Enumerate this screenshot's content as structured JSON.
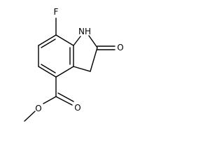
{
  "molecule": {
    "atoms": {
      "fluorine": "F",
      "ring_nitrogen": "NH",
      "carbonyl_oxygen": "O",
      "ester_carbonyl_oxygen": "O",
      "ester_ether_oxygen": "O"
    }
  },
  "colors": {
    "bond": "#000000",
    "label": "#000000",
    "background": "#ffffff"
  }
}
